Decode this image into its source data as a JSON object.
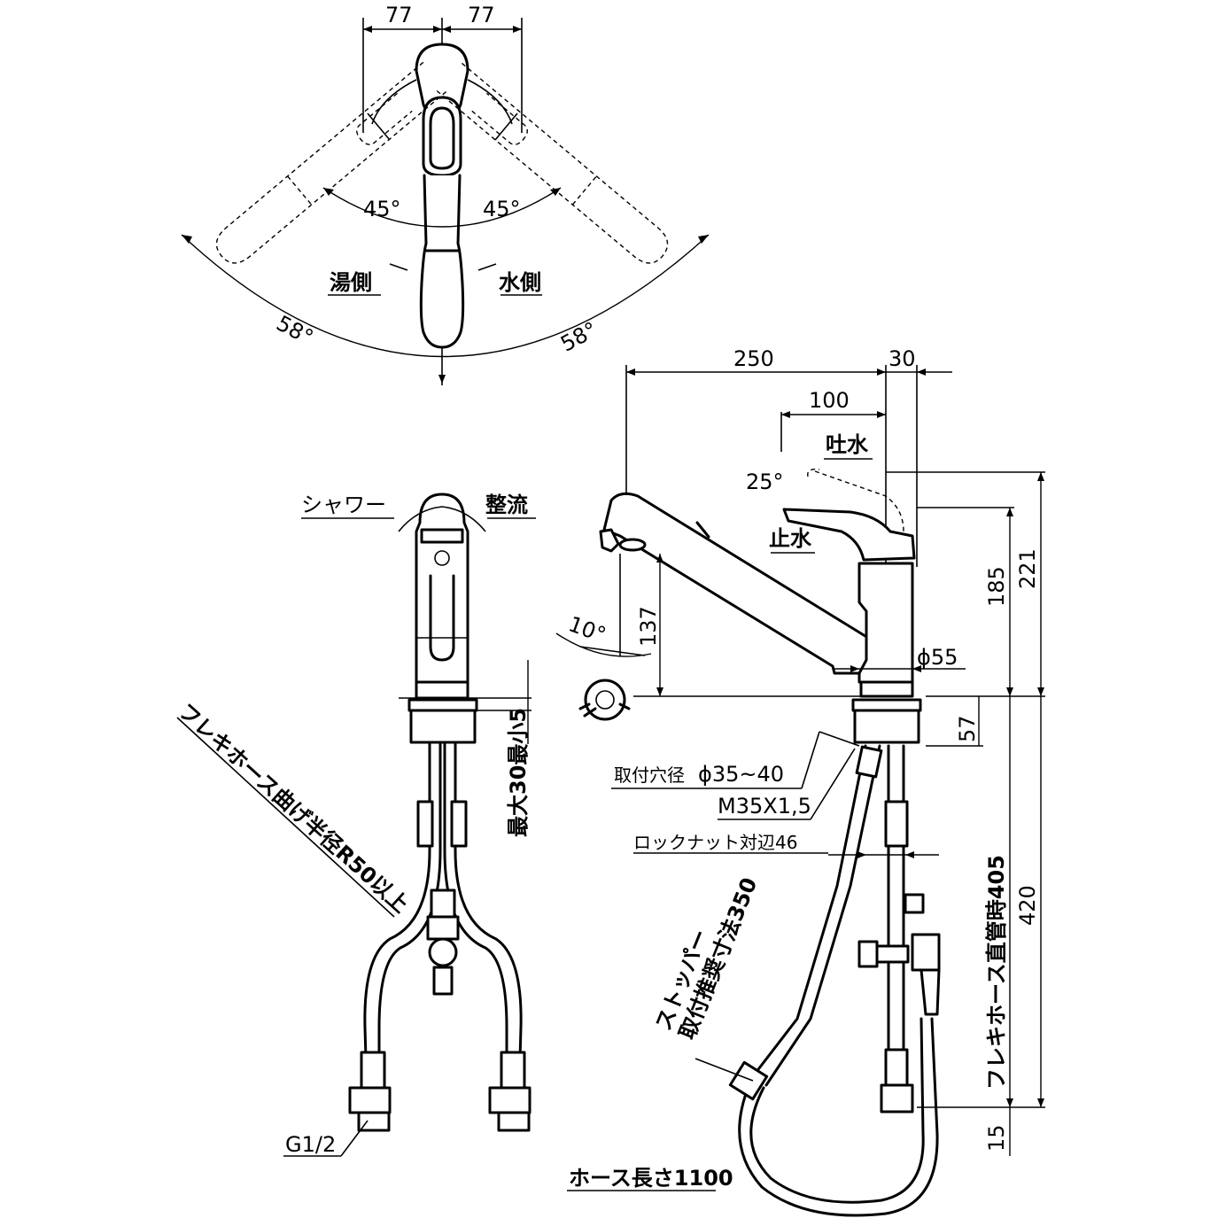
{
  "top_view": {
    "dim_left": "77",
    "dim_right": "77",
    "angle_inner_left": "45°",
    "angle_inner_right": "45°",
    "angle_outer_left": "58°",
    "angle_outer_right": "58°",
    "hot_side": "湯側",
    "cold_side": "水側"
  },
  "front_view": {
    "shower": "シャワー",
    "straight_flow": "整流",
    "counter_thickness": "最大30最小5",
    "hose_bend": "フレキホース曲げ半径R50以上",
    "thread": "G1/2"
  },
  "side_view": {
    "dim_250": "250",
    "dim_30": "30",
    "dim_100": "100",
    "spout_water": "吐水",
    "stop_water": "止水",
    "angle_25": "25°",
    "angle_10": "10°",
    "dim_137": "137",
    "dim_185": "185",
    "dim_221": "221",
    "dim_diameter": "ϕ55",
    "dim_57": "57",
    "mount_hole": "取付穴径",
    "mount_hole_value": "ϕ35~40",
    "thread_size": "M35X1,5",
    "lock_nut": "ロックナット対辺46",
    "flex_straight": "フレキホース直管時405",
    "dim_420": "420",
    "dim_15": "15",
    "stopper_line1": "ストッパー",
    "stopper_line2": "取付推奨寸法350",
    "hose_length": "ホース長さ1100"
  }
}
